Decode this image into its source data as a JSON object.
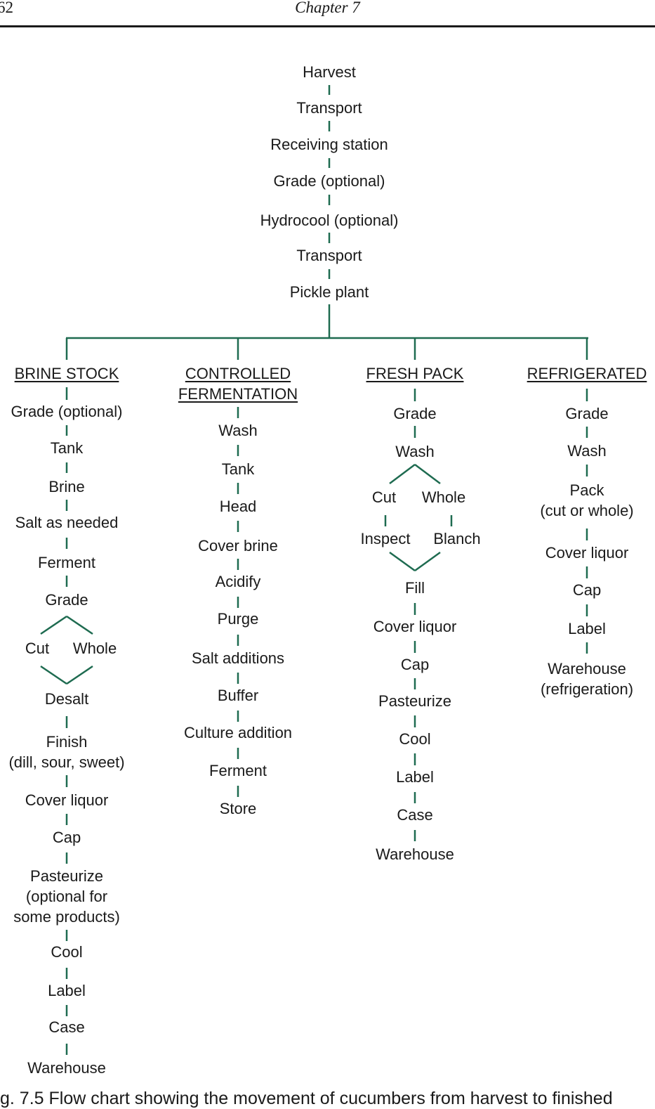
{
  "page": {
    "number": "62",
    "chapter": "Chapter 7",
    "caption": "g. 7.5    Flow chart showing the movement of cucumbers from harvest to finished"
  },
  "colors": {
    "connector": "#1e6b50",
    "text": "#1a1a1a",
    "rule": "#1a1a1a"
  },
  "flow": {
    "trunk": [
      "Harvest",
      "Transport",
      "Receiving station",
      "Grade (optional)",
      "Hydrocool (optional)",
      "Transport",
      "Pickle plant"
    ],
    "brine_stock": {
      "title": "BRINE STOCK",
      "steps_a": [
        "Grade (optional)",
        "Tank",
        "Brine",
        "Salt as needed",
        "Ferment",
        "Grade"
      ],
      "split": [
        "Cut",
        "Whole"
      ],
      "steps_b": [
        "Desalt",
        "Finish\n(dill, sour, sweet)",
        "Cover liquor",
        "Cap",
        "Pasteurize\n(optional for\nsome products)",
        "Cool",
        "Label",
        "Case",
        "Warehouse"
      ]
    },
    "controlled_fermentation": {
      "title": "CONTROLLED\nFERMENTATION",
      "steps": [
        "Wash",
        "Tank",
        "Head",
        "Cover brine",
        "Acidify",
        "Purge",
        "Salt additions",
        "Buffer",
        "Culture addition",
        "Ferment",
        "Store"
      ]
    },
    "fresh_pack": {
      "title": "FRESH PACK",
      "steps_a": [
        "Grade",
        "Wash"
      ],
      "branch_left": [
        "Cut",
        "Inspect"
      ],
      "branch_right": [
        "Whole",
        "Blanch"
      ],
      "steps_b": [
        "Fill",
        "Cover liquor",
        "Cap",
        "Pasteurize",
        "Cool",
        "Label",
        "Case",
        "Warehouse"
      ]
    },
    "refrigerated": {
      "title": "REFRIGERATED",
      "steps": [
        "Grade",
        "Wash",
        "Pack\n(cut or whole)",
        "Cover liquor",
        "Cap",
        "Label",
        "Warehouse\n(refrigeration)"
      ]
    }
  }
}
